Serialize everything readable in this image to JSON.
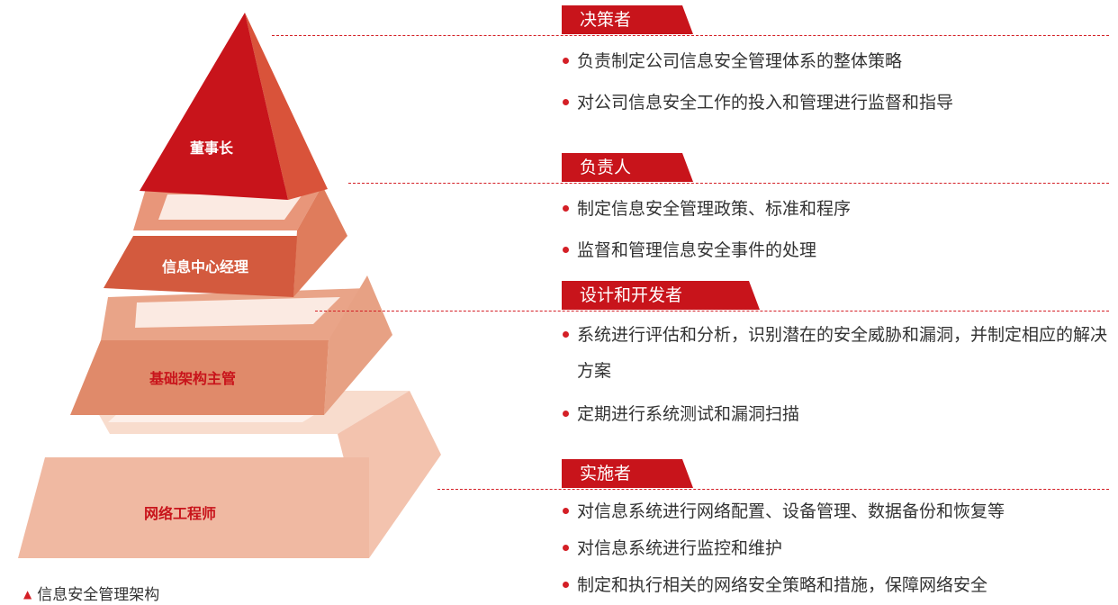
{
  "pyramid": {
    "tiers": [
      {
        "label": "董事长"
      },
      {
        "label": "信息中心经理"
      },
      {
        "label": "基础架构主管"
      },
      {
        "label": "网络工程师"
      }
    ],
    "caption": "信息安全管理架构"
  },
  "roles": [
    {
      "title": "决策者",
      "items": [
        "负责制定公司信息安全管理体系的整体策略",
        "对公司信息安全工作的投入和管理进行监督和指导"
      ]
    },
    {
      "title": "负责人",
      "items": [
        "制定信息安全管理政策、标准和程序",
        "监督和管理信息安全事件的处理"
      ]
    },
    {
      "title": "设计和开发者",
      "items": [
        "系统进行评估和分析，识别潜在的安全威胁和漏洞，并制定相应的解决方案",
        "定期进行系统测试和漏洞扫描"
      ]
    },
    {
      "title": "实施者",
      "items": [
        "对信息系统进行网络配置、设备管理、数据备份和恢复等",
        "对信息系统进行监控和维护",
        "制定和执行相关的网络安全策略和措施，保障网络安全"
      ]
    }
  ],
  "colors": {
    "accent": "#c8141b",
    "tier1_front": "#c8141b",
    "tier2_front": "#d35a3e",
    "tier3_front": "#e08a6a",
    "tier4_front": "#f0b9a2"
  }
}
